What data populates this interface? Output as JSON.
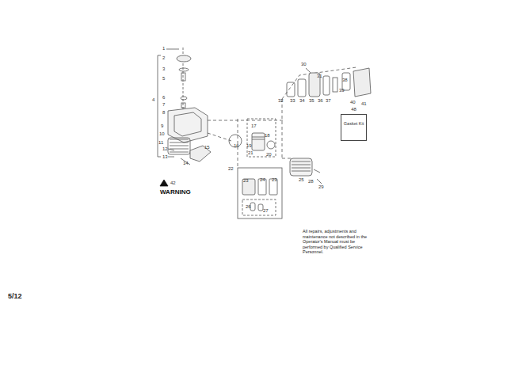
{
  "diagram": {
    "nodes": [
      {
        "text": [
          "48",
          "Gasket Kit"
        ]
      }
    ],
    "labels": [
      "1",
      "2",
      "3",
      "5",
      "4",
      "6",
      "7",
      "8",
      "9",
      "10",
      "11",
      "12",
      "13",
      "14",
      "15",
      "16",
      "17",
      "18",
      "19",
      "21",
      "20",
      "22",
      "23",
      "24",
      "23",
      "26",
      "27",
      "25",
      "28",
      "29",
      "30",
      "31",
      "32",
      "33",
      "34",
      "35",
      "36",
      "37",
      "38",
      "39",
      "40",
      "41",
      "42",
      "WARNING",
      "All repairs, adjustments and maintenance not described in the Operator's Manual must be performed by Qualified Service Personnel.",
      "5/12"
    ]
  }
}
